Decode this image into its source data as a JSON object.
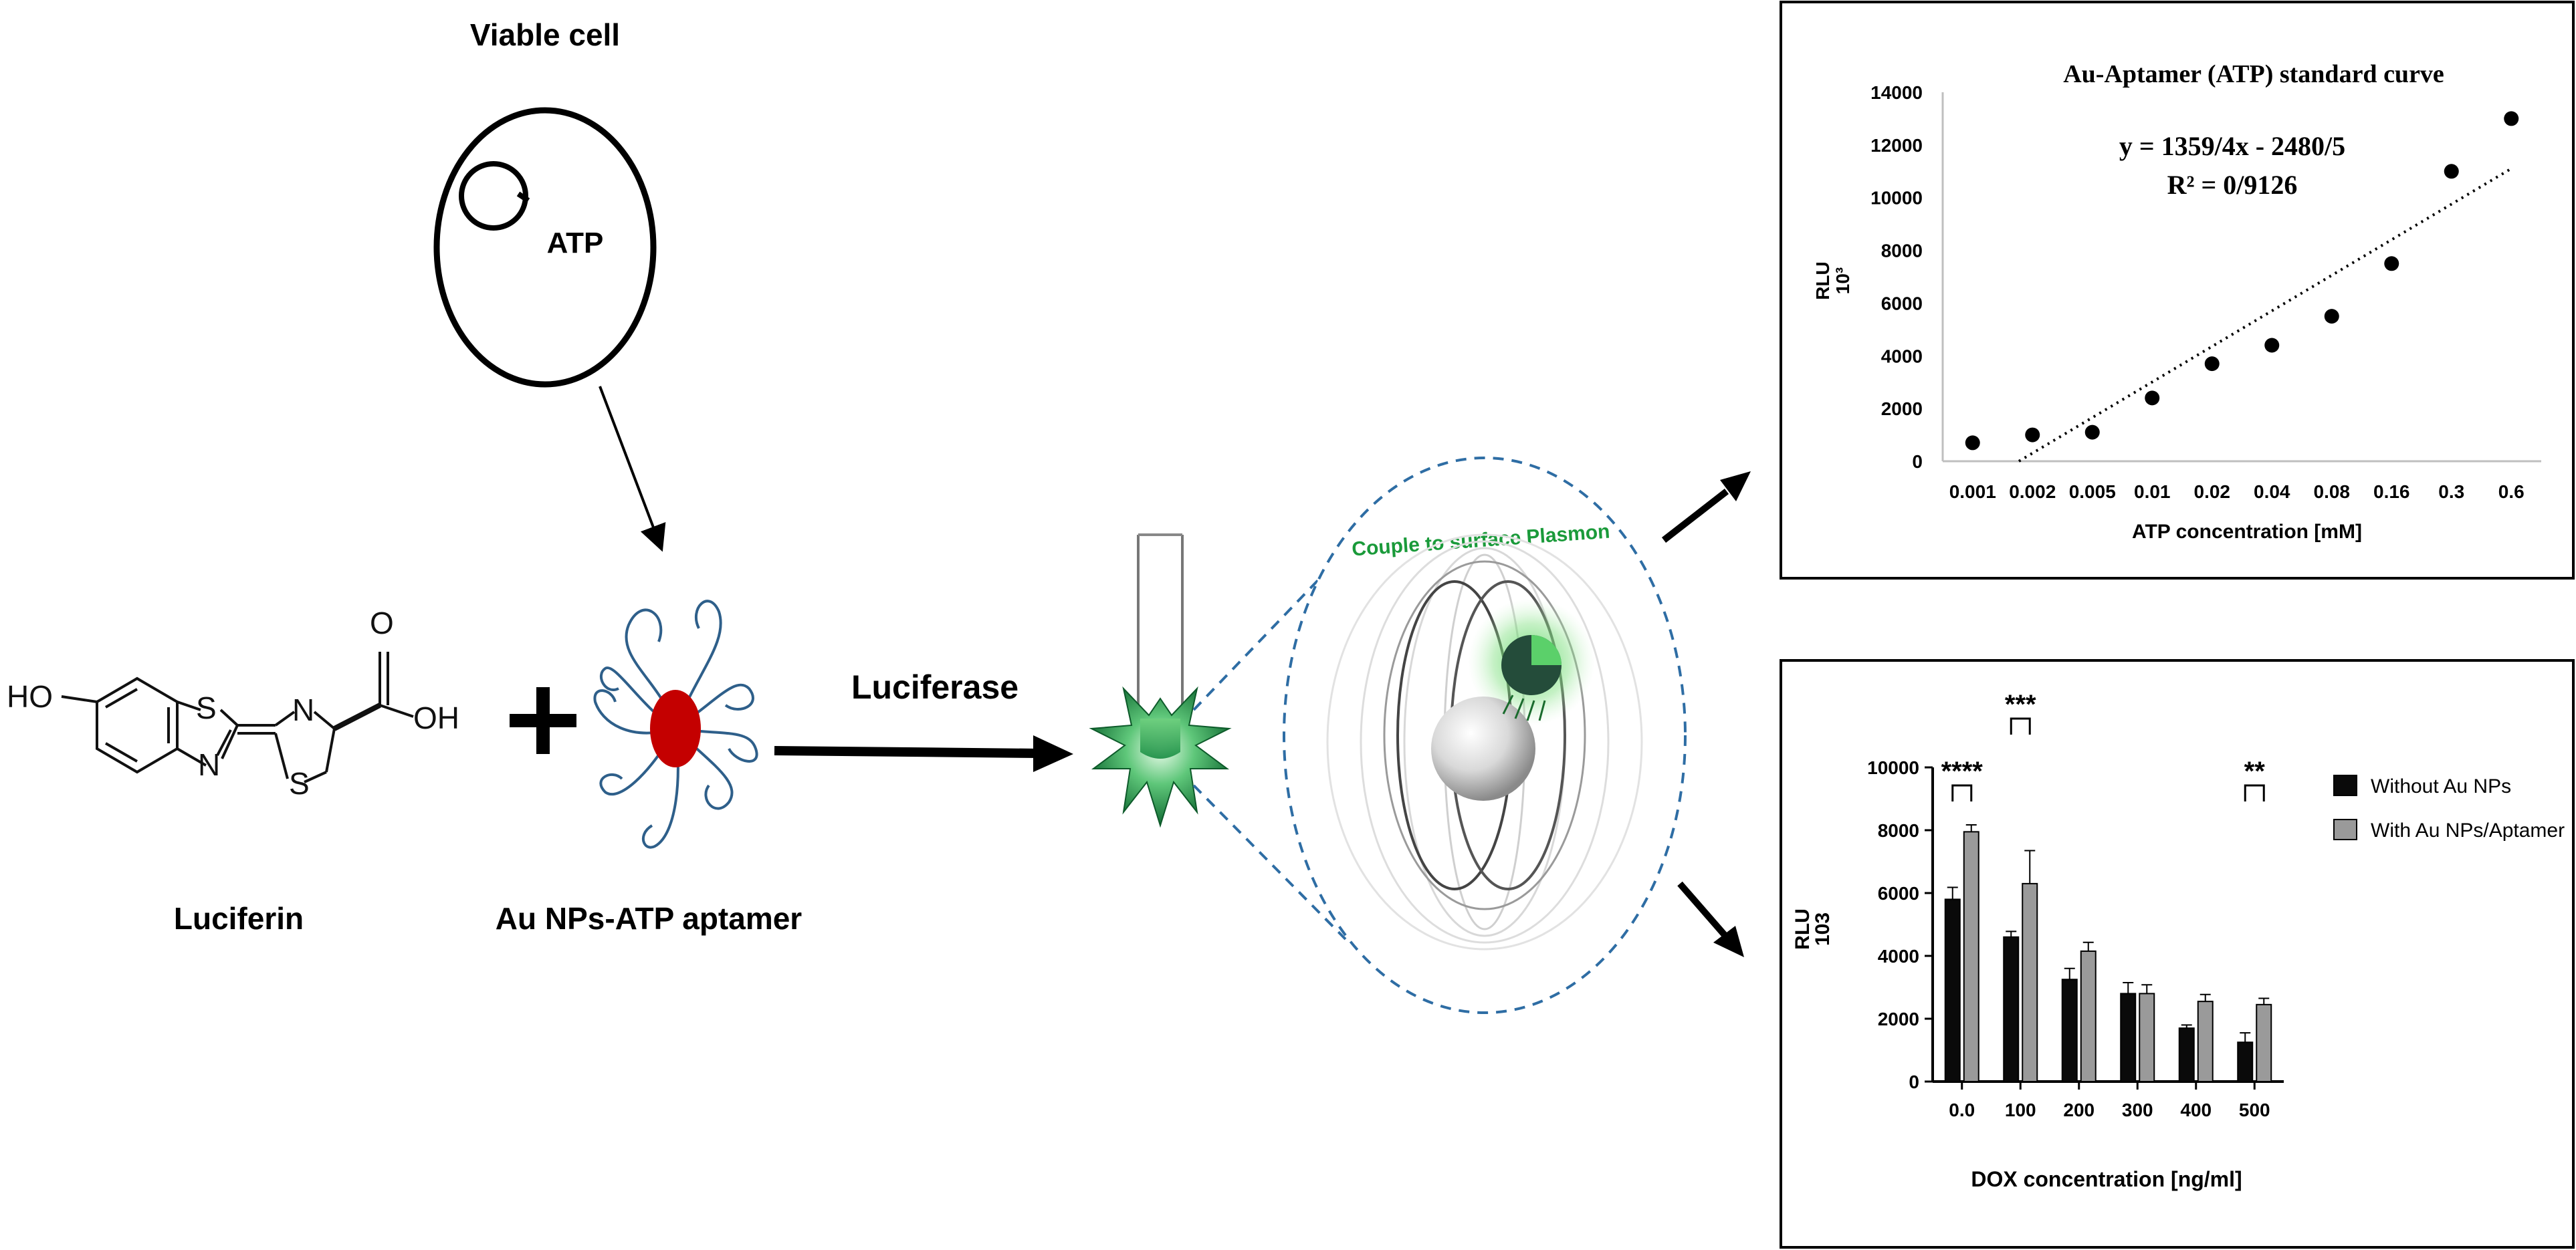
{
  "labels": {
    "viable_cell": "Viable cell",
    "atp": "ATP",
    "luciferin": "Luciferin",
    "plus": "+",
    "aptamer": "Au NPs-ATP aptamer",
    "luciferase": "Luciferase",
    "plasmon": "Couple to surface Plasmon"
  },
  "molecule": {
    "ho": "HO",
    "s1": "S",
    "n1": "N",
    "n2": "N",
    "s2": "S",
    "o": "O",
    "oh": "OH"
  },
  "colors": {
    "gold_np": "#c40000",
    "aptamer_strand": "#2e5f8a",
    "glow_green": "#1f9e4f",
    "plasmon_text": "#1a9a3a",
    "dash_circle": "#2e6da4",
    "bar_black": "#0a0a0a",
    "bar_gray": "#9a9a9a"
  },
  "icons": {
    "tube": "test-tube-icon",
    "star": "luminescence-star-icon",
    "cell": "cell-icon"
  },
  "chart_data": [
    {
      "type": "scatter",
      "title": "Au-Aptamer (ATP) standard curve",
      "equation": "y = 1359/4x - 2480/5",
      "r2": "R² = 0/9126",
      "xlabel": "ATP concentration [mM]",
      "ylabel_main": "RLU",
      "ylabel_sub": "10³",
      "categories": [
        "0.001",
        "0.002",
        "0.005",
        "0.01",
        "0.02",
        "0.04",
        "0.08",
        "0.16",
        "0.3",
        "0.6"
      ],
      "values": [
        700,
        1000,
        1100,
        2400,
        3700,
        4400,
        5500,
        7500,
        11000,
        13000
      ],
      "yticks": [
        "0",
        "2000",
        "4000",
        "6000",
        "8000",
        "10000",
        "12000",
        "14000"
      ],
      "ylim": [
        0,
        14000
      ],
      "trendline": "linear, dotted",
      "grid": false,
      "legend": "none"
    },
    {
      "type": "bar",
      "xlabel": "DOX concentration [ng/ml]",
      "ylabel_main": "RLU",
      "ylabel_sub": "103",
      "categories": [
        "0.0",
        "100",
        "200",
        "300",
        "400",
        "500"
      ],
      "yticks": [
        "0",
        "2000",
        "4000",
        "6000",
        "8000",
        "10000"
      ],
      "ylim": [
        0,
        10000
      ],
      "legend": "right",
      "series": [
        {
          "name": "Without Au NPs",
          "color": "#0a0a0a",
          "values": [
            5800,
            4600,
            3250,
            2800,
            1700,
            1250
          ],
          "errors": [
            380,
            180,
            350,
            350,
            100,
            300
          ]
        },
        {
          "name": "With Au NPs/Aptamer",
          "color": "#9a9a9a",
          "values": [
            7950,
            6300,
            4150,
            2800,
            2550,
            2450
          ],
          "errors": [
            220,
            1050,
            280,
            280,
            220,
            200
          ]
        }
      ],
      "significance": [
        {
          "category": "0.0",
          "label": "****"
        },
        {
          "category": "100",
          "label": "***"
        },
        {
          "category": "500",
          "label": "**"
        }
      ]
    }
  ]
}
